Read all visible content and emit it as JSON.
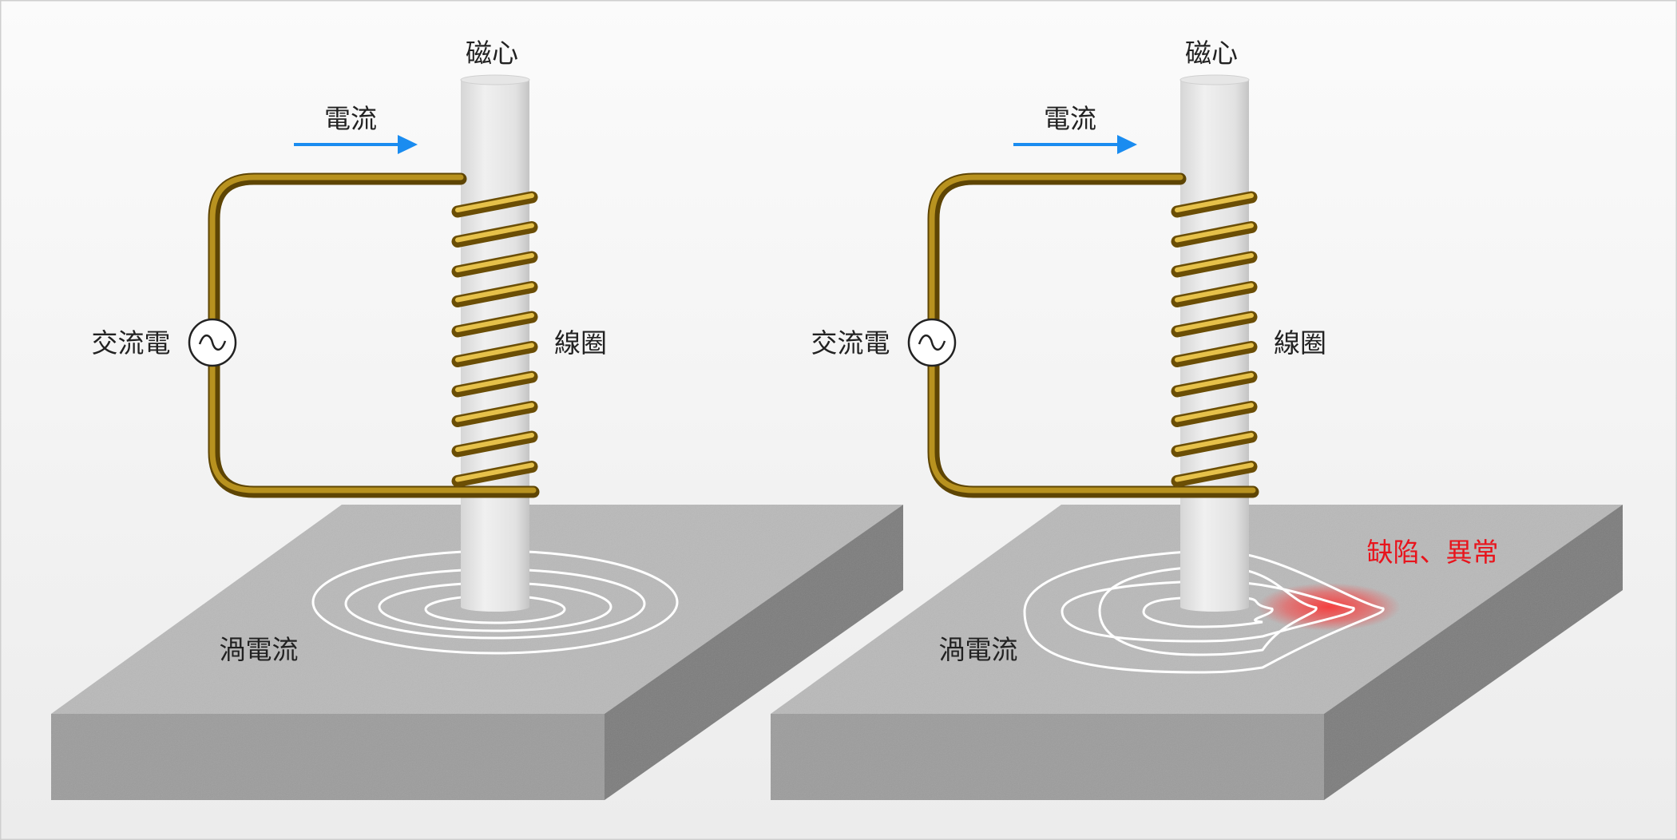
{
  "panels": [
    {
      "core_label": "磁心",
      "current_label": "電流",
      "ac_label": "交流電",
      "coil_label": "線圈",
      "eddy_label": "渦電流"
    },
    {
      "core_label": "磁心",
      "current_label": "電流",
      "ac_label": "交流電",
      "coil_label": "線圈",
      "eddy_label": "渦電流",
      "defect_label": "缺陷、異常"
    }
  ],
  "colors": {
    "arrow": "#1a8cf0",
    "wire": "#8a6a08",
    "defect": "#e8141c"
  }
}
